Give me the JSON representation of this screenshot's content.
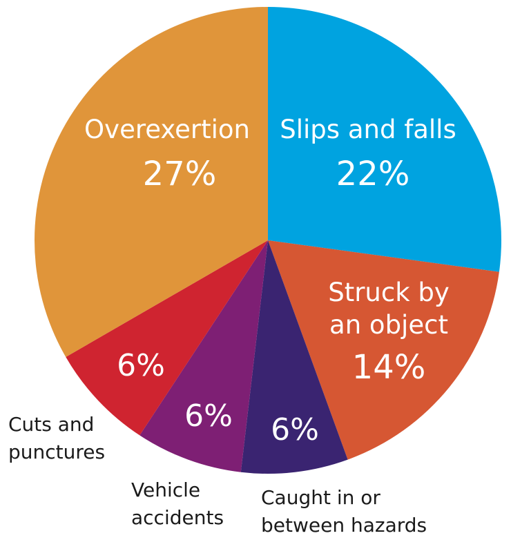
{
  "chart_data": {
    "type": "pie",
    "slices": [
      {
        "name": "Slips and falls",
        "value": 22,
        "label": "22%",
        "color": "#00a3e0"
      },
      {
        "name": "Struck by an object",
        "value": 14,
        "label": "14%",
        "color": "#d65733"
      },
      {
        "name": "Caught in or between hazards",
        "value": 6,
        "label": "6%",
        "color": "#3a2471"
      },
      {
        "name": "Vehicle accidents",
        "value": 6,
        "label": "6%",
        "color": "#7e1f74"
      },
      {
        "name": "Cuts and punctures",
        "value": 6,
        "label": "6%",
        "color": "#cf2430"
      },
      {
        "name": "Overexertion",
        "value": 27,
        "label": "27%",
        "color": "#e0953a"
      }
    ],
    "label_lines": {
      "slips": [
        "Slips and falls"
      ],
      "struck": [
        "Struck by",
        "an object"
      ],
      "caught": [
        "Caught in or",
        "between hazards"
      ],
      "vehicle": [
        "Vehicle",
        "accidents"
      ],
      "cuts": [
        "Cuts and",
        "punctures"
      ],
      "overexertion": [
        "Overexertion"
      ]
    },
    "legend": "none"
  }
}
